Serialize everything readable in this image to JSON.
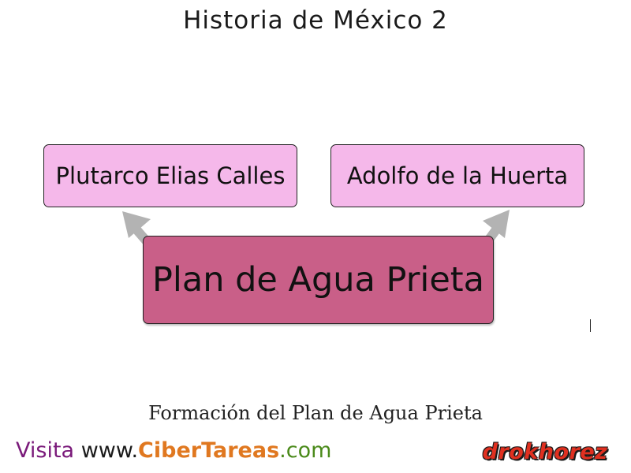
{
  "page": {
    "title": "Historia de México 2",
    "caption": "Formación del Plan de Agua Prieta"
  },
  "diagram": {
    "center_node": "Plan de Agua Prieta",
    "left_node": "Plutarco Elias Calles",
    "right_node": "Adolfo de la Huerta",
    "colors": {
      "top_node_fill": "#f5b8ea",
      "center_node_fill": "#c95f88",
      "arrow": "#b3b3b3"
    }
  },
  "footer": {
    "visit_label": "Visita",
    "url_prefix": "www.",
    "url_ciber": "Ciber",
    "url_tareas": "Tareas",
    "url_suffix": ".com",
    "logo_text": "drokhorez"
  }
}
